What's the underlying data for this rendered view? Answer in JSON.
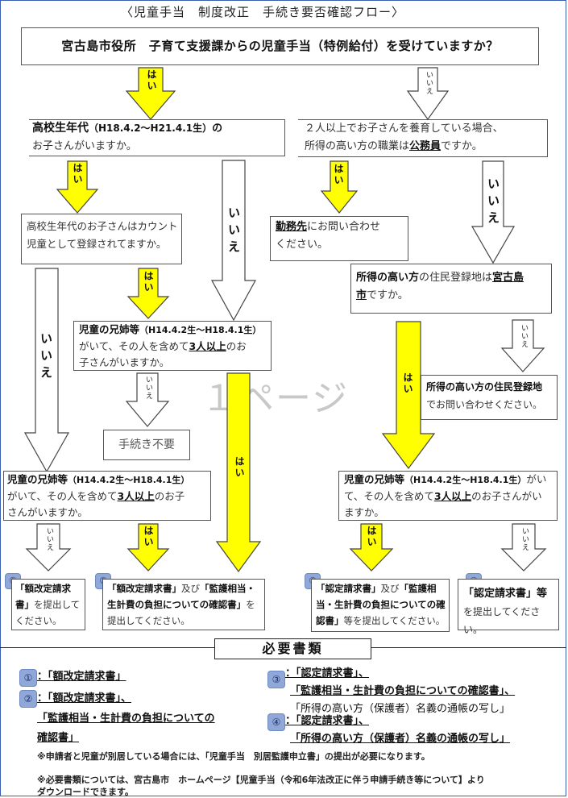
{
  "title": "〈児童手当　制度改正　手続き要否確認フロー〉",
  "watermark": "１ページ",
  "q_top": "宮古島市役所　子育て支援課からの児童手当（特例給付）を受けていますか？",
  "labels": {
    "yes": "はい",
    "no": "いいえ"
  },
  "q_highschool_bold": "高校生年代",
  "q_highschool_range": "（H18.4.2～H21.4.1生）",
  "q_highschool_no": "の",
  "q_highschool_line2": "お子さんがいますか。",
  "q_count_line1": "高校生年代のお子さんはカウント",
  "q_count_line2": "児童として登録されてますか。",
  "q_sibling_mid_bold": "児童の兄姉等",
  "q_sibling_mid_range": "（H14.4.2生～H18.4.1生）",
  "q_sibling_mid_line2a": "がいて、その人を含めて",
  "q_sibling_mid_line2b": "3人以上",
  "q_sibling_mid_line2c": "のお",
  "q_sibling_mid_line3": "子さんがいますか。",
  "no_procedure": "手続き不要",
  "q_sibling_left_bold": "児童の兄姉等",
  "q_sibling_left_range": "（H14.4.2生～H18.4.1生）",
  "q_sibling_left_line2a": "がいて、その人を含めて",
  "q_sibling_left_line2b": "3人以上",
  "q_sibling_left_line2c": "のお子",
  "q_sibling_left_line3": "さんがいますか。",
  "q_two_line1": "２人以上でお子さんを養育している場合、",
  "q_two_line2a": "所得の高い方の職業は",
  "q_two_line2b": "公務員",
  "q_two_line2c": "ですか。",
  "a_work_bold": "勤務先",
  "a_work_rest": "にお問い合わせ",
  "a_work_line2": "ください。",
  "q_addr_bold1": "所得の高い方",
  "q_addr_mid": "の住民登録地は",
  "q_addr_bold2": "宮古島",
  "q_addr_line2a": "市",
  "q_addr_line2b": "ですか。",
  "a_addr_bold": "所得の高い方の住民登録地",
  "a_addr_line2": "でお問い合わせください。",
  "q_sibling_right_bold": "児童の兄姉等",
  "q_sibling_right_range": "（H14.4.2生～H18.4.1生）",
  "q_sibling_right_tail": "がい",
  "q_sibling_right_line2a": "て、その人を含めて",
  "q_sibling_right_line2b": "3人以上",
  "q_sibling_right_line2c": "のお子さんがい",
  "q_sibling_right_line3": "ますか。",
  "badges": [
    "①",
    "②",
    "③",
    "④"
  ],
  "r1_line1": "「額改定請求",
  "r1_line2a": "書」",
  "r1_line2b": "を提出して",
  "r1_line3": "ください。",
  "r2_line1a": "「額改定請求書」",
  "r2_line1b": "及び",
  "r2_line1c": "「監護相当・",
  "r2_line2a": "生計費の負担についての確認書」",
  "r2_line2b": "を",
  "r2_line3": "提出してください。",
  "r3_line1a": "「認定請求書」",
  "r3_line1b": "及び",
  "r3_line1c": "「監護相",
  "r3_line2": "当・生計費の負担についての確",
  "r3_line3a": "認書」",
  "r3_line3b": "等を提出してください。",
  "r4_line1a": "「認定請求書」",
  "r4_line1b": "等",
  "r4_line2": "を提出してください。",
  "section_title": "必要書類",
  "req1": "：「額改定請求書」",
  "req2a": "：「額改定請求書」、",
  "req2b": "「監護相当・生計費の負担についての",
  "req2c": "確認書」",
  "req3a": "：「認定請求書」、",
  "req3b": "「監護相当・生計費の負担についての確認書」、",
  "req3c": "「所得の高い方（保護者）名義の通帳の写し」",
  "req4a": "：「認定請求書」、",
  "req4b": "「所得の高い方（保護者）名義の通帳の写し」",
  "note1": "※申請者と児童が別居している場合には、「児童手当　別居監護申立書」の提出が必要になります。",
  "note2a": "※必要書類については、宮古島市　ホームページ【児童手当（令和6年法改正に伴う申請手続き等について】より",
  "note2b": "ダウンロードできます。",
  "colors": {
    "yes_fill": "#ffff00",
    "no_fill": "#ffffff",
    "badge": "#8fa8d8"
  }
}
